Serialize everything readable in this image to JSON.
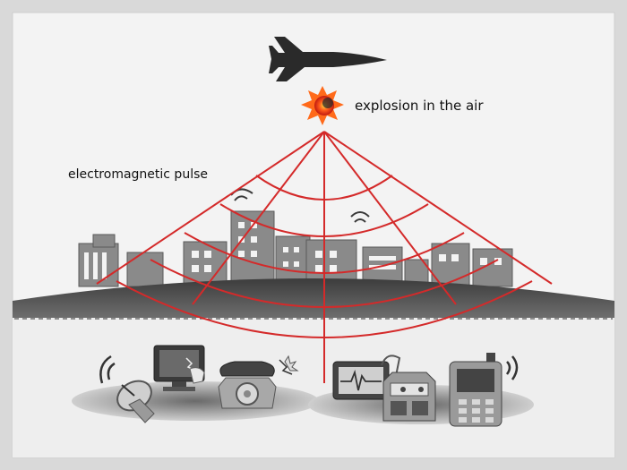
{
  "labels": {
    "explosion": "explosion in the air",
    "emp": "electromagnetic pulse"
  },
  "icons": [
    "fighter-jet-icon",
    "explosion-icon",
    "city-skyline",
    "satellite-dish-icon",
    "computer-monitor-icon",
    "telephone-icon",
    "oscilloscope-icon",
    "radio-icon",
    "mobile-phone-icon"
  ],
  "colors": {
    "background": "#d9d9d9",
    "frame": "#f3f3f3",
    "ground": "#4a4a4a",
    "pulse": "#d42a2a",
    "explosion": "#ff5a1a",
    "buildings": "#8a8a8a"
  }
}
